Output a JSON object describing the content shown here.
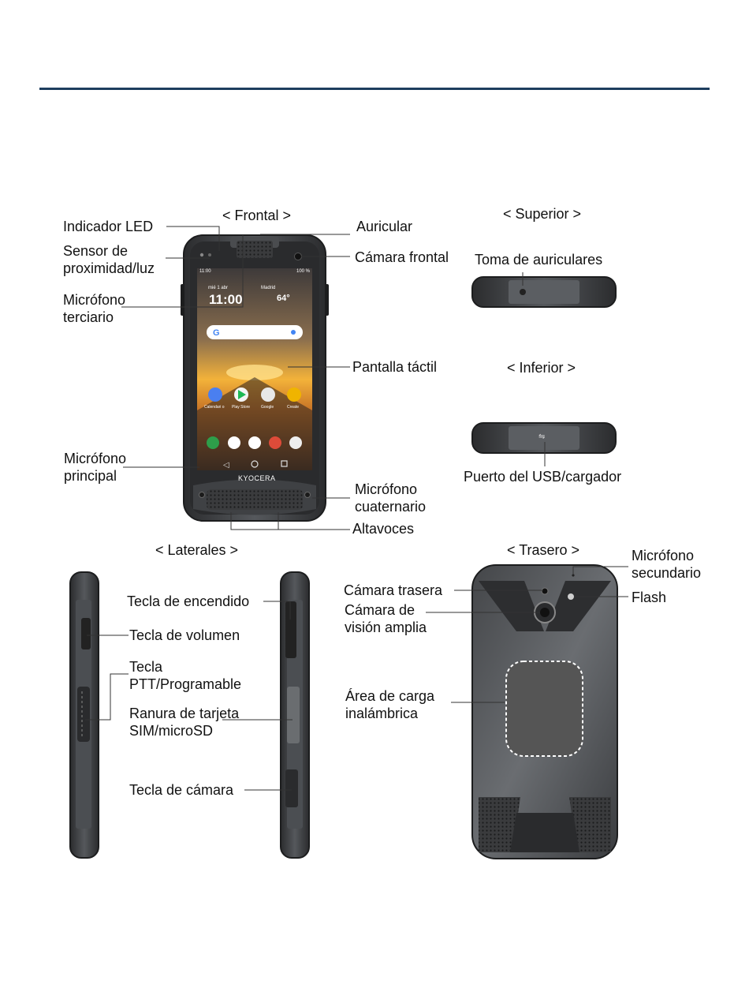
{
  "section_titles": {
    "front": "< Frontal >",
    "top": "< Superior >",
    "bottom": "< Inferior >",
    "sides": "< Laterales >",
    "back": "< Trasero >"
  },
  "front_labels": {
    "led": "Indicador LED",
    "proximity_1": "Sensor de",
    "proximity_2": "proximidad/luz",
    "tertiary_mic_1": "Micrófono",
    "tertiary_mic_2": "terciario",
    "main_mic_1": "Micrófono",
    "main_mic_2": "principal",
    "earpiece": "Auricular",
    "front_camera": "Cámara frontal",
    "touchscreen": "Pantalla táctil",
    "quaternary_mic_1": "Micrófono",
    "quaternary_mic_2": "cuaternario",
    "speakers": "Altavoces"
  },
  "top_labels": {
    "headset_jack": "Toma de auriculares"
  },
  "bottom_labels": {
    "usb_port": "Puerto del USB/cargador"
  },
  "side_labels": {
    "power_key": "Tecla de encendido",
    "volume_key": "Tecla de volumen",
    "ptt_key_1": "Tecla",
    "ptt_key_2": "PTT/Programable",
    "sim_slot_1": "Ranura de tarjeta",
    "sim_slot_2": "SIM/microSD",
    "camera_key": "Tecla de cámara"
  },
  "back_labels": {
    "secondary_mic_1": "Micrófono",
    "secondary_mic_2": "secundario",
    "rear_camera": "Cámara trasera",
    "flash": "Flash",
    "wide_camera_1": "Cámara de",
    "wide_camera_2": "visión amplia",
    "wireless_area_1": "Área de carga",
    "wireless_area_2": "inalámbrica"
  },
  "screen": {
    "status_time": "11:00 ",
    "battery": "100 %",
    "date": "mié 1 abr",
    "clock": "11:00",
    "city": "Madrid",
    "temperature": "64°",
    "brand": "KYOCERA",
    "apps": [
      "Calendari o",
      "Play Store",
      "Google",
      "Create"
    ]
  },
  "colors": {
    "rule": "#1d3d5e",
    "body": "#3c3e41",
    "accent": "#6f7276"
  }
}
